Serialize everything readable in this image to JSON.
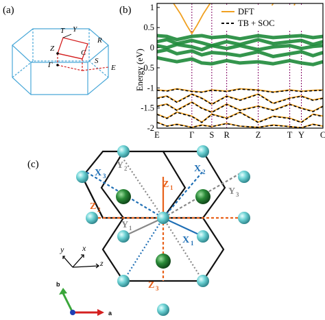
{
  "panel_labels": {
    "a": "(a)",
    "b": "(b)",
    "c": "(c)"
  },
  "panel_a": {
    "points": [
      "T",
      "Y",
      "Z",
      "C",
      "R",
      "Γ",
      "S",
      "E"
    ]
  },
  "chart_data": {
    "type": "line",
    "ylabel": "Energy (eV)",
    "ylim": [
      -2,
      1.1
    ],
    "yticks": [
      "1",
      "0.5",
      "0",
      "-0.5",
      "-1",
      "-1.5",
      "-2"
    ],
    "ytick_values": [
      1,
      0.5,
      0,
      -0.5,
      -1,
      -1.5,
      -2
    ],
    "kpoints": [
      "E",
      "Γ",
      "S",
      "R",
      "Z",
      "T",
      "Y",
      "C"
    ],
    "kpoint_positions": [
      0,
      0.21,
      0.33,
      0.42,
      0.61,
      0.8,
      0.87,
      1.0
    ],
    "legend": {
      "placement": "top-right",
      "entries": [
        "DFT",
        "TB + SOC"
      ]
    },
    "colors": {
      "dft": "#f0a020",
      "tb": "#000000",
      "fatband": "#1e8a3a",
      "kline": "#800060"
    },
    "series": [
      {
        "name": "DFT",
        "style": "solid",
        "bands": [
          {
            "x": [
              0.1,
              0.14,
              0.18,
              0.21,
              0.24,
              0.28,
              0.32
            ],
            "y": [
              1.1,
              0.85,
              0.55,
              0.35,
              0.55,
              0.85,
              1.1
            ]
          },
          {
            "x": [
              0.66,
              0.68,
              0.7
            ],
            "y": [
              0.75,
              0.95,
              1.1
            ]
          },
          {
            "x": [
              0.8,
              0.82,
              0.83
            ],
            "y": [
              0.7,
              0.9,
              1.1
            ]
          },
          {
            "x": [
              0.0,
              0.06,
              0.12,
              0.21,
              0.27,
              0.33,
              0.42,
              0.5,
              0.61,
              0.7,
              0.8,
              0.87,
              0.94,
              1.0
            ],
            "y": [
              -1.05,
              -1.07,
              -1.02,
              -1.08,
              -1.1,
              -1.05,
              -1.08,
              -1.02,
              -1.05,
              -1.1,
              -1.05,
              -1.08,
              -1.06,
              -1.05
            ]
          },
          {
            "x": [
              0.0,
              0.06,
              0.12,
              0.21,
              0.27,
              0.33,
              0.42,
              0.5,
              0.61,
              0.7,
              0.8,
              0.87,
              0.94,
              1.0
            ],
            "y": [
              -1.25,
              -1.2,
              -1.35,
              -1.15,
              -1.25,
              -1.4,
              -1.2,
              -1.3,
              -1.15,
              -1.38,
              -1.25,
              -1.2,
              -1.3,
              -1.25
            ]
          },
          {
            "x": [
              0.0,
              0.06,
              0.12,
              0.21,
              0.27,
              0.33,
              0.42,
              0.5,
              0.61,
              0.7,
              0.8,
              0.87,
              0.94,
              1.0
            ],
            "y": [
              -1.45,
              -1.4,
              -1.55,
              -1.35,
              -1.5,
              -1.6,
              -1.4,
              -1.55,
              -1.45,
              -1.55,
              -1.4,
              -1.5,
              -1.58,
              -1.45
            ]
          },
          {
            "x": [
              0.0,
              0.06,
              0.12,
              0.21,
              0.27,
              0.33,
              0.42,
              0.5,
              0.61,
              0.7,
              0.8,
              0.87,
              0.94,
              1.0
            ],
            "y": [
              -1.65,
              -1.75,
              -1.6,
              -1.7,
              -1.85,
              -1.65,
              -1.75,
              -1.6,
              -1.85,
              -1.7,
              -1.75,
              -1.85,
              -1.65,
              -1.7
            ]
          },
          {
            "x": [
              0.0,
              0.06,
              0.12,
              0.21,
              0.27,
              0.33,
              0.42,
              0.5,
              0.61,
              0.7,
              0.8,
              0.87,
              0.94,
              1.0
            ],
            "y": [
              -1.85,
              -1.95,
              -1.9,
              -1.98,
              -1.92,
              -1.96,
              -1.88,
              -1.95,
              -1.98,
              -1.92,
              -1.96,
              -1.99,
              -1.9,
              -1.95
            ]
          }
        ]
      },
      {
        "name": "TB + SOC",
        "style": "dashed",
        "bands": [
          {
            "x": [
              0.0,
              0.06,
              0.12,
              0.21,
              0.27,
              0.33,
              0.42,
              0.5,
              0.61,
              0.7,
              0.8,
              0.87,
              0.94,
              1.0
            ],
            "y": [
              -1.06,
              -1.08,
              -1.03,
              -1.09,
              -1.11,
              -1.06,
              -1.09,
              -1.03,
              -1.06,
              -1.11,
              -1.06,
              -1.09,
              -1.07,
              -1.06
            ]
          },
          {
            "x": [
              0.0,
              0.06,
              0.12,
              0.21,
              0.27,
              0.33,
              0.42,
              0.5,
              0.61,
              0.7,
              0.8,
              0.87,
              0.94,
              1.0
            ],
            "y": [
              -1.26,
              -1.21,
              -1.36,
              -1.16,
              -1.26,
              -1.41,
              -1.21,
              -1.31,
              -1.16,
              -1.39,
              -1.26,
              -1.21,
              -1.31,
              -1.26
            ]
          },
          {
            "x": [
              0.0,
              0.06,
              0.12,
              0.21,
              0.27,
              0.33,
              0.42,
              0.5,
              0.61,
              0.7,
              0.8,
              0.87,
              0.94,
              1.0
            ],
            "y": [
              -1.46,
              -1.41,
              -1.56,
              -1.36,
              -1.51,
              -1.61,
              -1.41,
              -1.56,
              -1.46,
              -1.56,
              -1.41,
              -1.51,
              -1.59,
              -1.46
            ]
          },
          {
            "x": [
              0.0,
              0.06,
              0.12,
              0.21,
              0.27,
              0.33,
              0.42,
              0.5,
              0.61,
              0.7,
              0.8,
              0.87,
              0.94,
              1.0
            ],
            "y": [
              -1.66,
              -1.76,
              -1.61,
              -1.71,
              -1.86,
              -1.66,
              -1.76,
              -1.61,
              -1.86,
              -1.71,
              -1.76,
              -1.86,
              -1.66,
              -1.71
            ]
          },
          {
            "x": [
              0.0,
              0.06,
              0.12,
              0.21,
              0.27,
              0.33,
              0.42,
              0.5,
              0.61,
              0.7,
              0.8,
              0.87,
              0.94,
              1.0
            ],
            "y": [
              -1.86,
              -1.95,
              -1.91,
              -1.98,
              -1.93,
              -1.96,
              -1.89,
              -1.95,
              -1.98,
              -1.93,
              -1.96,
              -1.99,
              -1.91,
              -1.95
            ]
          }
        ]
      },
      {
        "name": "fat bands",
        "style": "thick",
        "bands": [
          {
            "x": [
              0.0,
              0.06,
              0.12,
              0.21,
              0.27,
              0.33,
              0.42,
              0.5,
              0.61,
              0.7,
              0.8,
              0.87,
              0.94,
              1.0
            ],
            "y": [
              0.3,
              0.28,
              0.2,
              0.28,
              0.3,
              0.25,
              0.28,
              0.22,
              0.3,
              0.25,
              0.28,
              0.3,
              0.25,
              0.28
            ]
          },
          {
            "x": [
              0.0,
              0.06,
              0.12,
              0.21,
              0.27,
              0.33,
              0.42,
              0.5,
              0.61,
              0.7,
              0.8,
              0.87,
              0.94,
              1.0
            ],
            "y": [
              0.15,
              0.2,
              0.1,
              0.18,
              0.12,
              0.05,
              0.15,
              0.08,
              0.2,
              0.1,
              0.15,
              0.18,
              0.08,
              0.15
            ]
          },
          {
            "x": [
              0.0,
              0.06,
              0.12,
              0.21,
              0.27,
              0.33,
              0.42,
              0.5,
              0.61,
              0.7,
              0.8,
              0.87,
              0.94,
              1.0
            ],
            "y": [
              0.05,
              0.0,
              0.08,
              0.02,
              -0.05,
              0.05,
              -0.02,
              0.05,
              -0.05,
              0.02,
              0.05,
              -0.02,
              0.03,
              0.05
            ]
          },
          {
            "x": [
              0.0,
              0.06,
              0.12,
              0.21,
              0.27,
              0.33,
              0.42,
              0.5,
              0.61,
              0.7,
              0.8,
              0.87,
              0.94,
              1.0
            ],
            "y": [
              -0.1,
              -0.05,
              -0.15,
              -0.08,
              -0.18,
              -0.12,
              -0.15,
              -0.2,
              -0.1,
              -0.22,
              -0.15,
              -0.1,
              -0.2,
              -0.12
            ]
          },
          {
            "x": [
              0.0,
              0.06,
              0.12,
              0.21,
              0.27,
              0.33,
              0.42,
              0.5,
              0.61,
              0.7,
              0.8,
              0.87,
              0.94,
              1.0
            ],
            "y": [
              -0.25,
              -0.3,
              -0.35,
              -0.28,
              -0.38,
              -0.4,
              -0.32,
              -0.38,
              -0.35,
              -0.4,
              -0.32,
              -0.38,
              -0.42,
              -0.35
            ]
          }
        ]
      }
    ]
  },
  "panel_c": {
    "axes3d": [
      "y",
      "x",
      "z"
    ],
    "lattice_axes": [
      "b",
      "a"
    ],
    "bonds": [
      {
        "letter": "Z",
        "sub": "1",
        "color": "#e8611a"
      },
      {
        "letter": "Z",
        "sub": "2",
        "color": "#e8611a"
      },
      {
        "letter": "Z",
        "sub": "3",
        "color": "#e8611a"
      },
      {
        "letter": "X",
        "sub": "1",
        "color": "#1f6fb5"
      },
      {
        "letter": "X",
        "sub": "2",
        "color": "#1f6fb5"
      },
      {
        "letter": "X",
        "sub": "3",
        "color": "#1f6fb5"
      },
      {
        "letter": "Y",
        "sub": "1",
        "color": "#888888"
      },
      {
        "letter": "Y",
        "sub": "2",
        "color": "#888888"
      },
      {
        "letter": "Y",
        "sub": "3",
        "color": "#888888"
      }
    ]
  }
}
